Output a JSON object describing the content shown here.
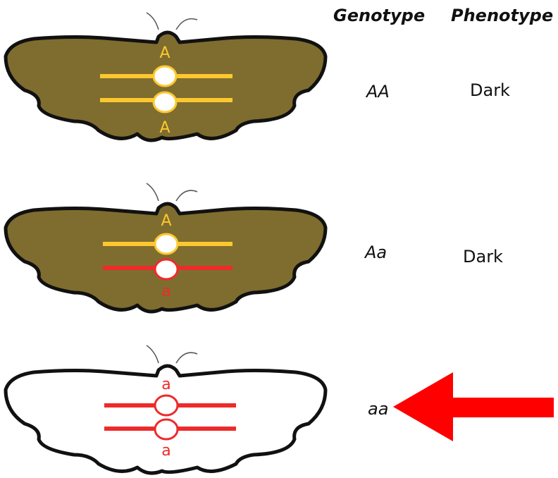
{
  "headers": {
    "genotype": "Genotype",
    "phenotype": "Phenotype"
  },
  "rows": [
    {
      "genotype": "AA",
      "phenotype": "Dark",
      "allele_top": "A",
      "allele_bottom": "A",
      "moth_color": "#7f6d2f",
      "chromosome_top_color": "#fdc82f",
      "chromosome_bottom_color": "#fdc82f"
    },
    {
      "genotype": "Aa",
      "phenotype": "Dark",
      "allele_top": "A",
      "allele_bottom": "a",
      "moth_color": "#7f6d2f",
      "chromosome_top_color": "#fdc82f",
      "chromosome_bottom_color": "#ee2a2a"
    },
    {
      "genotype": "aa",
      "phenotype": "",
      "allele_top": "a",
      "allele_bottom": "a",
      "moth_color": "#ffffff",
      "chromosome_top_color": "#ee2a2a",
      "chromosome_bottom_color": "#ee2a2a"
    }
  ],
  "arrow": {
    "color": "#ff0000"
  }
}
